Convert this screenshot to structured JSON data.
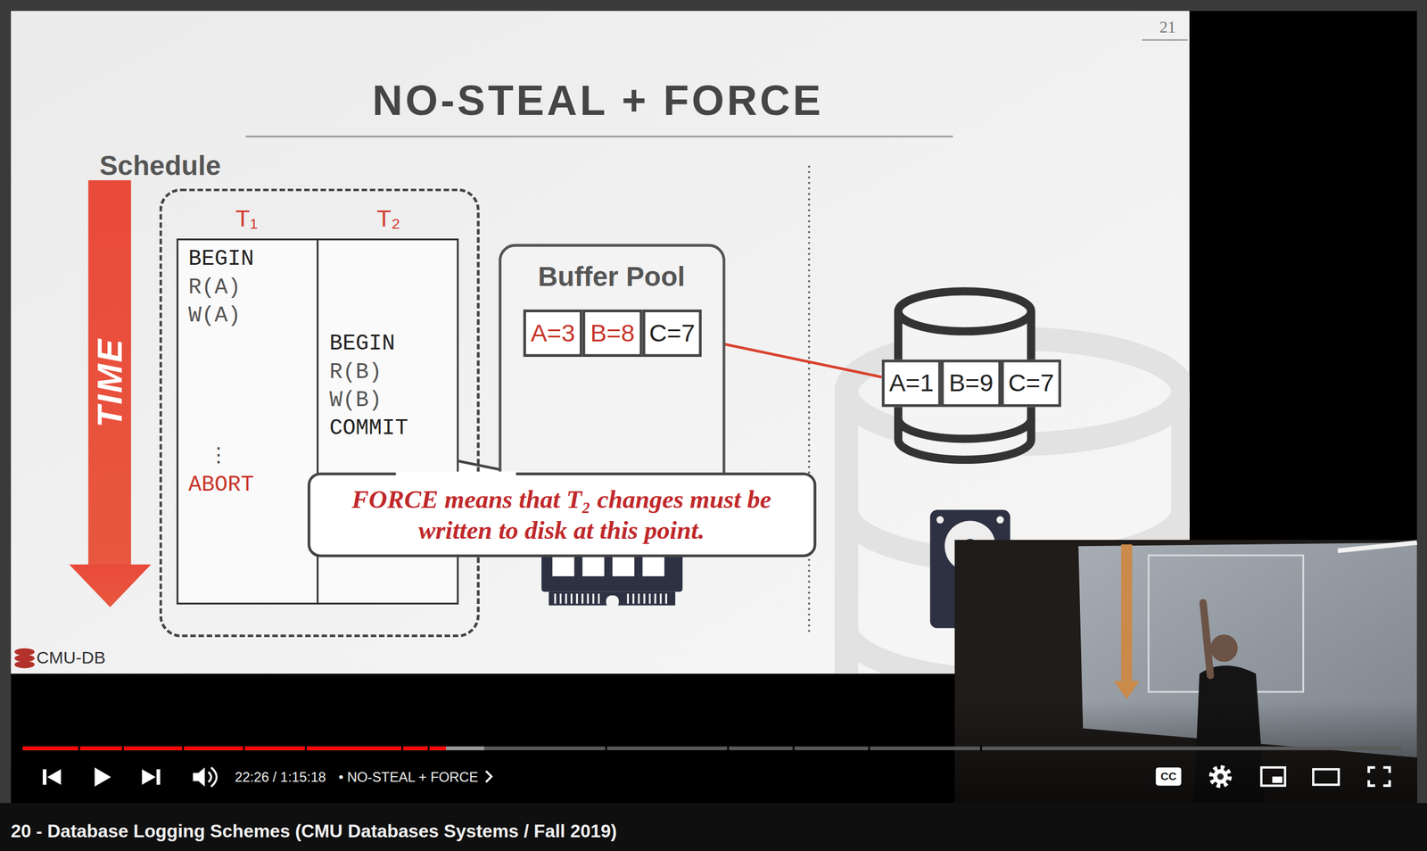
{
  "diagram": {
    "title": "NO-STEAL + FORCE",
    "caption": "20 - Database Logging Schemes (CMU Databases Systems / Fall 2019)",
    "nodes": [
      {
        "text": [
          "Schedule"
        ]
      },
      {
        "text": [
          "T₁",
          "BEGIN",
          "R(A)",
          "W(A)",
          "⋮",
          "ABORT"
        ],
        "in": 0
      },
      {
        "text": [
          "T₂",
          "BEGIN",
          "R(B)",
          "W(B)",
          "COMMIT"
        ],
        "in": 0
      },
      {
        "text": [
          "Buffer Pool"
        ]
      },
      {
        "text": [
          "A=3"
        ],
        "in": 3
      },
      {
        "text": [
          "B=8"
        ],
        "in": 3
      },
      {
        "text": [
          "C=7"
        ],
        "in": 3
      },
      {
        "text": [
          "A=1"
        ]
      },
      {
        "text": [
          "B=9"
        ]
      },
      {
        "text": [
          "C=7"
        ]
      },
      {
        "text": [
          "FORCE means that T₂ changes must be written to disk at this point."
        ]
      }
    ],
    "edges": [
      {
        "from": 7,
        "to": 6,
        "arrow": "to"
      }
    ],
    "labels": [
      "21",
      "TIME",
      "CMU-DB",
      "22:26 / 1:15:18",
      "• NO-STEAL + FORCE",
      "CC"
    ]
  }
}
